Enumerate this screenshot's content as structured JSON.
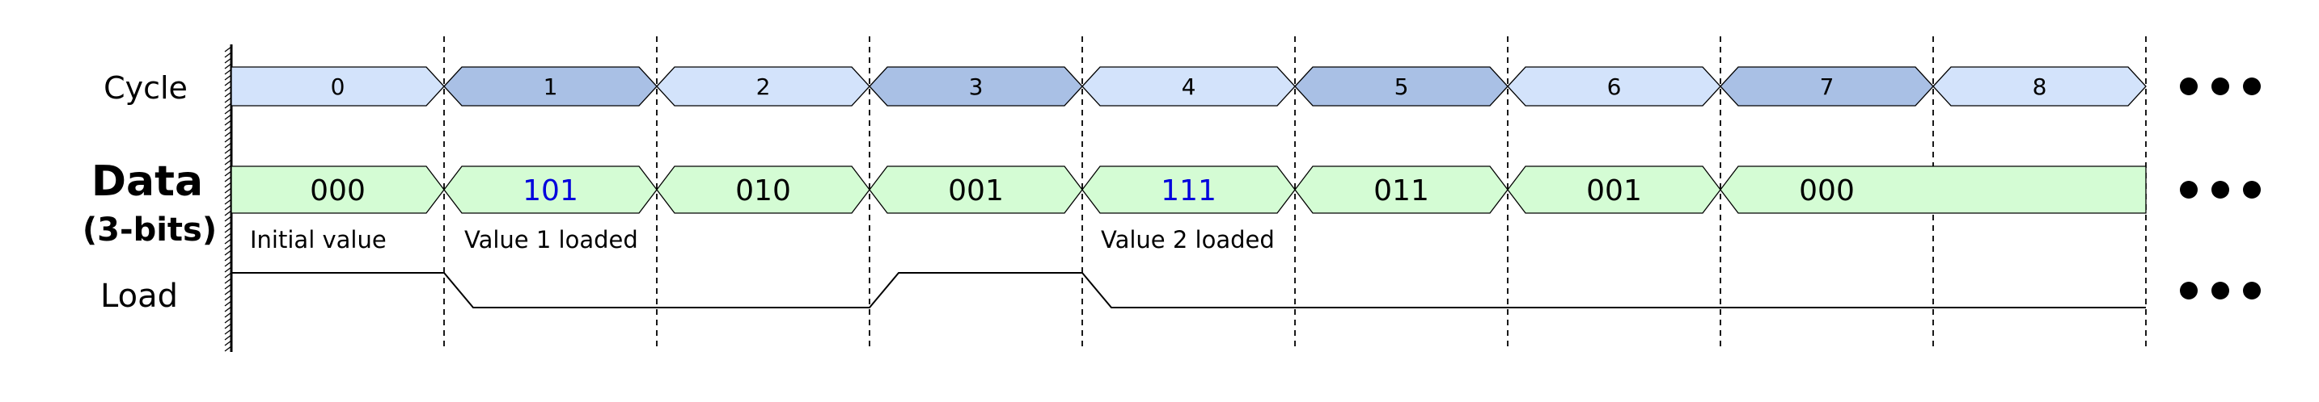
{
  "signals": {
    "cycle": "Cycle",
    "data": "Data",
    "data_sub": "(3-bits)",
    "load": "Load"
  },
  "cycles": [
    "0",
    "1",
    "2",
    "3",
    "4",
    "5",
    "6",
    "7",
    "8"
  ],
  "data_values": [
    {
      "text": "000",
      "highlight": false
    },
    {
      "text": "101",
      "highlight": true
    },
    {
      "text": "010",
      "highlight": false
    },
    {
      "text": "001",
      "highlight": false
    },
    {
      "text": "111",
      "highlight": true
    },
    {
      "text": "011",
      "highlight": false
    },
    {
      "text": "001",
      "highlight": false
    },
    {
      "text": "000",
      "highlight": false
    }
  ],
  "annotations": [
    "Initial value",
    "Value 1 loaded",
    "Value 2 loaded"
  ],
  "load_levels": [
    1,
    0,
    0,
    1,
    0,
    0,
    0,
    0,
    0
  ],
  "colors": {
    "cycle_light": "#d3e3fb",
    "cycle_dark": "#a9c0e5",
    "data_fill": "#d4fcd4",
    "highlight_text": "#0000dd",
    "stroke": "#000000"
  }
}
